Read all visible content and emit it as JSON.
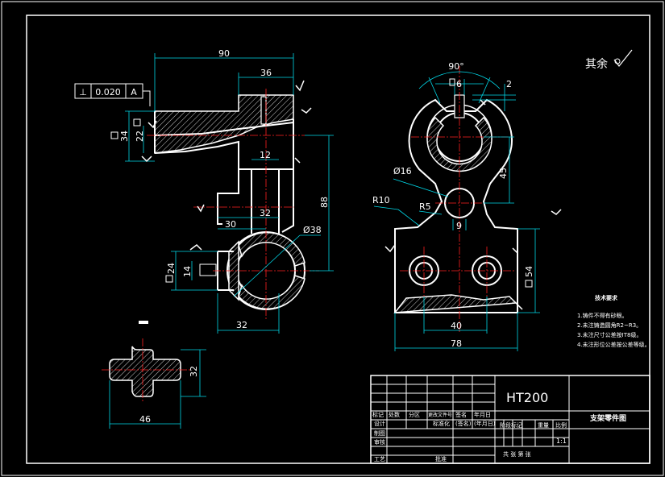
{
  "front_view": {
    "dim_90": "90",
    "dim_36": "36",
    "dim_34": "34",
    "dim_22": "22",
    "dim_12": "12",
    "dim_88": "88",
    "dim_30": "30",
    "dim_32": "32",
    "dim_dia38": "Ø38",
    "dim_24": "24",
    "dim_14": "14",
    "dim_32_bottom": "32",
    "tolerance_symbol": "⊥",
    "tolerance_value": "0.020",
    "datum": "A"
  },
  "side_view": {
    "dim_90deg": "90°",
    "dim_6": "6",
    "dim_2": "2",
    "dim_45": "45",
    "dim_dia16": "Ø16",
    "dim_R10": "R10",
    "dim_R5": "R5",
    "dim_9": "9",
    "dim_54": "54",
    "dim_40": "40",
    "dim_78": "78"
  },
  "section_view": {
    "dim_32": "32",
    "dim_46": "46"
  },
  "surface_note": "其余",
  "tech_requirements": {
    "heading": "技术要求",
    "items": [
      "1.铸件不得有砂眼。",
      "2.未注铸造圆角R2~R3。",
      "3.未注尺寸公差按IT8级。",
      "4.未注形位公差按公差等级。"
    ]
  },
  "title_block": {
    "material": "HT200",
    "part_name": "支架零件图",
    "stage_mark": "阶段标记",
    "weight": "重量",
    "scale_label": "比例",
    "scale_value": "1:1",
    "sheet_text": "共  张  第  张",
    "row_labels": [
      "标记",
      "处数",
      "分区",
      "更改文件号",
      "签名",
      "年月日"
    ],
    "design": "设计",
    "standardization": "标准化",
    "signature": "(签名)",
    "date": "(年月日)",
    "drafting": "制图",
    "review": "审核",
    "process": "工艺",
    "approve": "批准"
  }
}
